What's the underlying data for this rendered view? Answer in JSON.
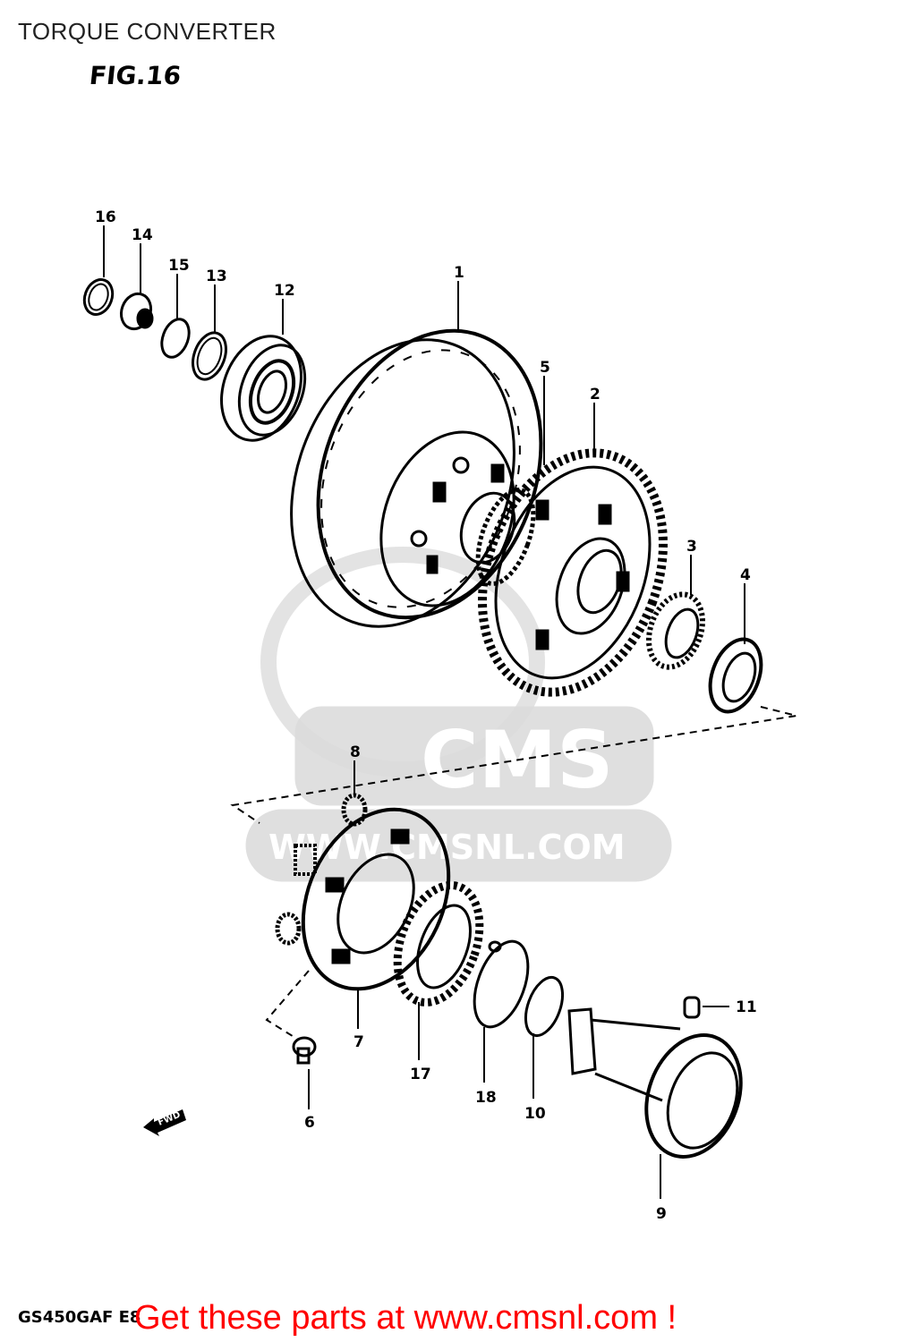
{
  "title": "TORQUE CONVERTER",
  "figure": "FIG.16",
  "callouts": [
    "1",
    "2",
    "3",
    "4",
    "5",
    "6",
    "7",
    "8",
    "9",
    "10",
    "11",
    "12",
    "13",
    "14",
    "15",
    "16",
    "17",
    "18"
  ],
  "watermark": {
    "brand": "CMS",
    "site": "WWW.CMSNL.COM",
    "color": "#d9d9d9"
  },
  "fwd_label": "FWD",
  "model_code": "GS450GAF E8",
  "cta": "Get these parts at www.cmsnl.com !",
  "colors": {
    "line": "#000000",
    "cta": "#ff0000",
    "watermark": "#d9d9d9"
  }
}
